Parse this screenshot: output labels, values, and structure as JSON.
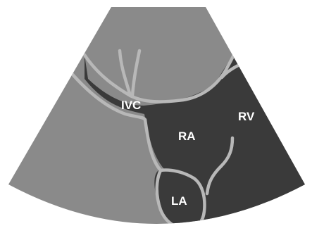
{
  "labels": {
    "ivc": "IVC",
    "ra": "RA",
    "rv": "RV",
    "la": "LA"
  },
  "colors": {
    "background": "#ffffff",
    "sector_fill": "#8a8a8a",
    "chamber_fill": "#3a3a3a",
    "wall_stroke": "#b8b8b8",
    "label_text": "#ffffff"
  }
}
